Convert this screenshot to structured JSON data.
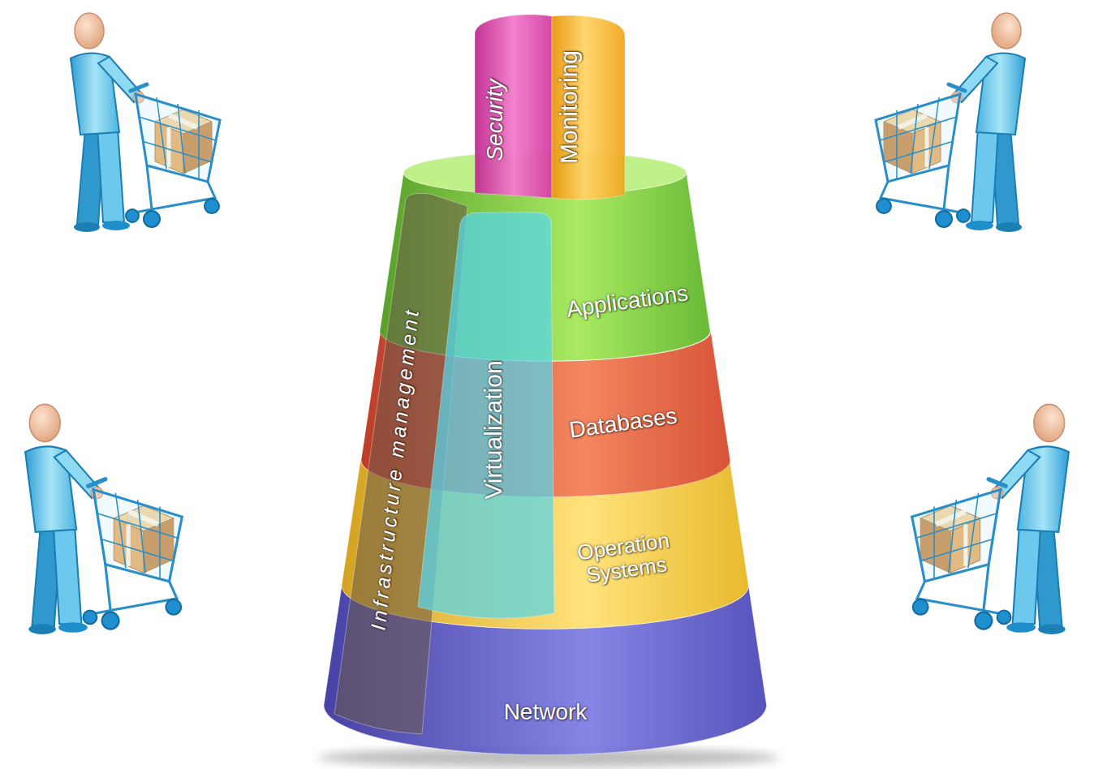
{
  "diagram": {
    "nodes": [
      {
        "text": [
          "Security"
        ]
      },
      {
        "text": [
          "Monitoring"
        ]
      },
      {
        "text": [
          "Infrastructure management"
        ]
      },
      {
        "text": [
          "Virtualization"
        ]
      },
      {
        "text": [
          "Applications"
        ]
      },
      {
        "text": [
          "Databases"
        ]
      },
      {
        "text": [
          "Operation Systems"
        ]
      },
      {
        "text": [
          "Network"
        ]
      }
    ]
  }
}
